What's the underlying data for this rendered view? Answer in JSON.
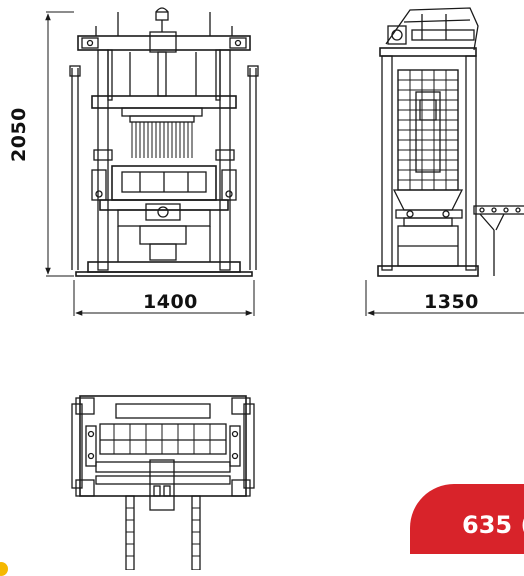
{
  "dimensions": {
    "height": "2050",
    "width_front": "1400",
    "width_side": "1350"
  },
  "badge": {
    "text": "635 (",
    "color": "#d8232a"
  },
  "colors": {
    "line": "#1a1a1a",
    "accent": "#f5b800"
  }
}
